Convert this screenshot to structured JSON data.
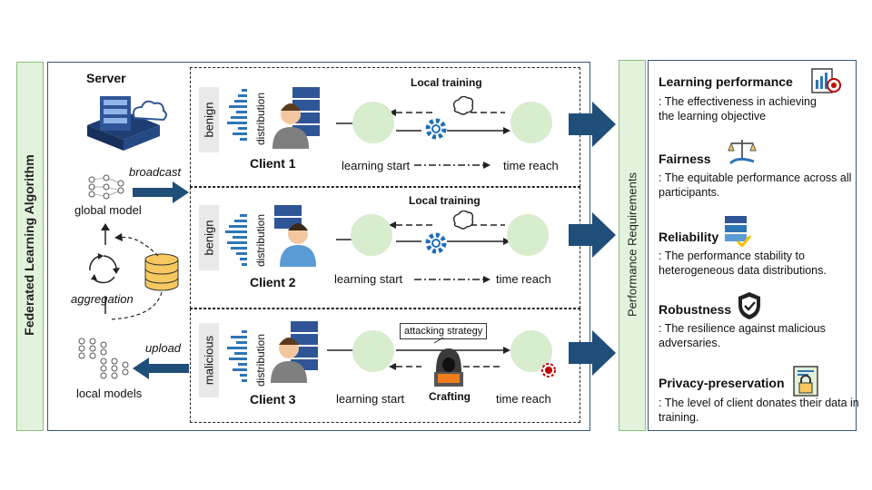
{
  "left_bar": {
    "label": "Federated Learning Algorithm"
  },
  "server": {
    "title": "Server",
    "broadcast": "broadcast",
    "global_model": "global model",
    "aggregation": "aggregation",
    "upload": "upload",
    "local_models": "local models"
  },
  "clients": [
    {
      "tag": "benign",
      "name": "Client 1",
      "distribution": "distribution",
      "local_training": "Local training",
      "start": "learning start",
      "end": "time reach"
    },
    {
      "tag": "benign",
      "name": "Client 2",
      "distribution": "distribution",
      "local_training": "Local training",
      "start": "learning start",
      "end": "time reach"
    },
    {
      "tag": "malicious",
      "name": "Client 3",
      "distribution": "distribution",
      "attack": "attacking strategy",
      "crafting": "Crafting",
      "start": "learning start",
      "end": "time reach"
    }
  ],
  "requirements_bar": {
    "label": "Performance Requirements"
  },
  "requirements": [
    {
      "title": "Learning performance",
      "desc": ": The effectiveness in achieving the learning objective",
      "icon": "chart-target-icon"
    },
    {
      "title": "Fairness",
      "desc": ": The equitable performance across all participants.",
      "icon": "scales-icon"
    },
    {
      "title": "Reliability",
      "desc": ": The performance stability to heterogeneous data distributions.",
      "icon": "database-check-icon"
    },
    {
      "title": "Robustness",
      "desc": ": The resilience against malicious adversaries.",
      "icon": "shield-icon"
    },
    {
      "title": "Privacy-preservation",
      "desc": ": The level of client donates their data in training.",
      "icon": "lock-document-icon"
    }
  ],
  "colors": {
    "frame": "#35597a",
    "arrow": "#1f4e79",
    "bar_fill": "#e3f2dc",
    "bar_border": "#8bbf7c",
    "server_blue": "#2f5597",
    "nn_green": "#d8ecce"
  }
}
